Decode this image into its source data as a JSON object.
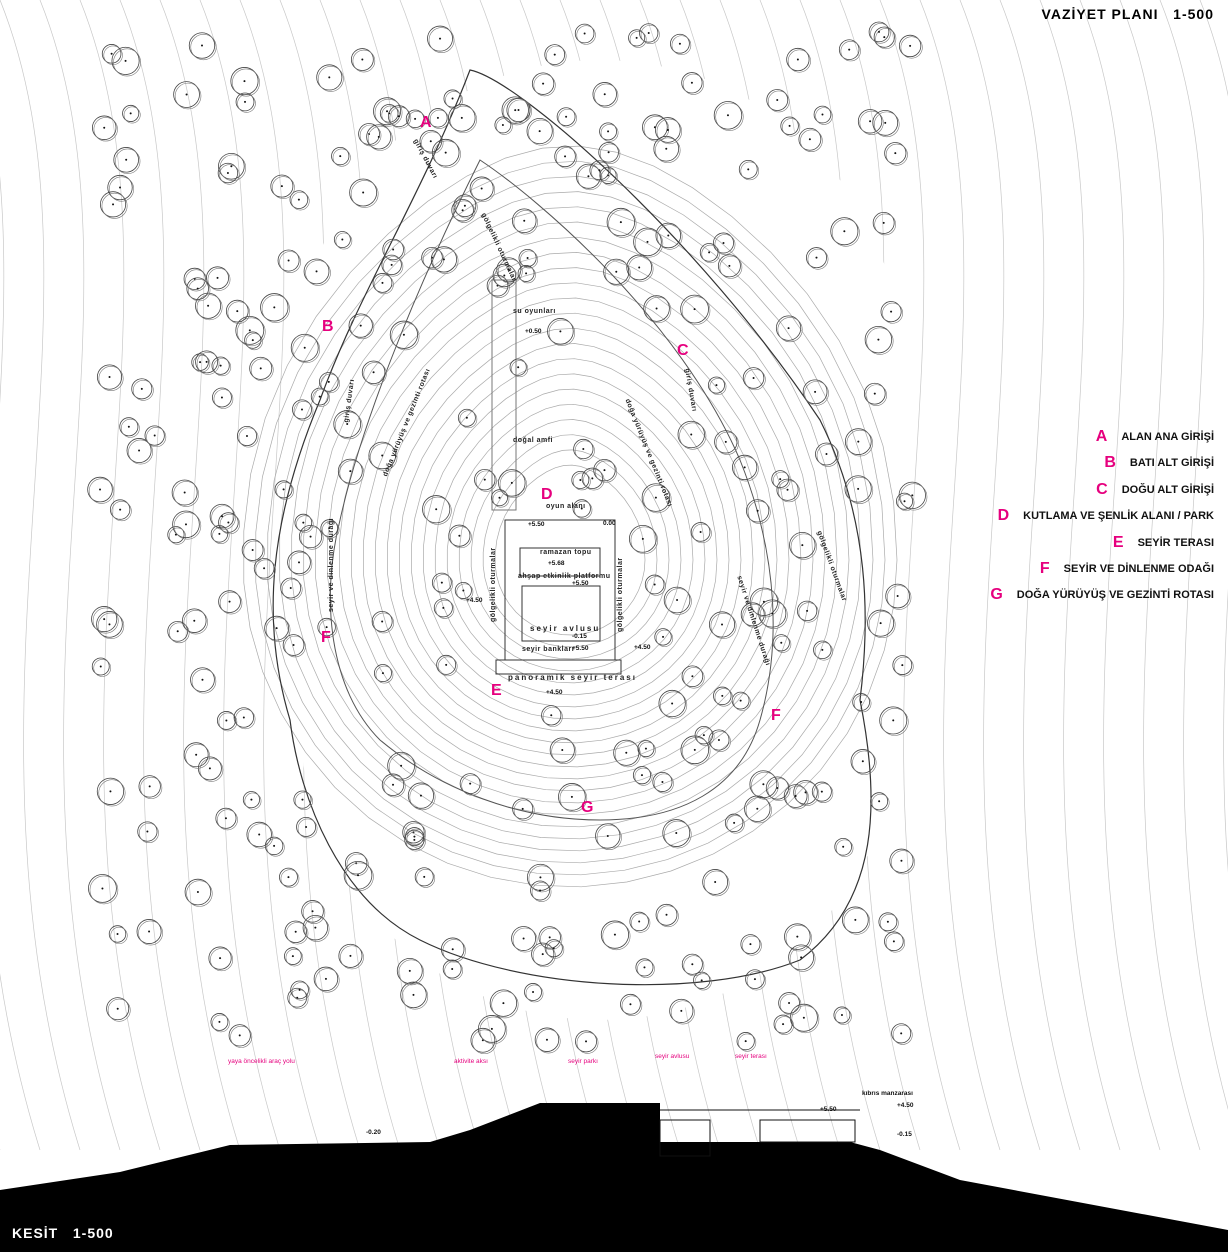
{
  "plan": {
    "title": "VAZİYET PLANI   1-500",
    "markers": {
      "A": "A",
      "B": "B",
      "C": "C",
      "D": "D",
      "E": "E",
      "F1": "F",
      "F2": "F",
      "G": "G"
    },
    "annotations": {
      "giris_duvari_a": "giriş duvarı",
      "golgelikli_top": "gölgelikli oturmalar",
      "su_oyunlari": "su oyunları",
      "lvl_050": "+0.50",
      "dogal_amfi": "doğal amfi",
      "doga_rotasi_right": "doğa yürüyüş ve gezinti rotası",
      "oyun_alani": "oyun alanı",
      "lvl_550_a": "+5.50",
      "lvl_000": "0.00",
      "ramazan_topu": "ramazan topu",
      "lvl_568": "+5.68",
      "ahsap_platform": "ahşap etkinlik platformu",
      "lvl_550_b": "+5.50",
      "seyir_avlusu": "seyir avlusu",
      "lvl_m015": "-0.15",
      "seyir_banklari": "seyir bankları",
      "lvl_550_c": "+5.50",
      "panoramik": "panoramik seyir terası",
      "lvl_450_a": "+4.50",
      "lvl_450_b": "+4.50",
      "lvl_450_c": "+4.50",
      "golgelikli_left": "gölgelikli oturmalar",
      "golgelikli_right": "gölgelikli oturmalar",
      "giris_duvari_b": "giriş duvarı",
      "seyir_durak_b": "seyir ve dinlenme durağı",
      "doga_rotasi_left": "doğa yürüyüş ve gezinti rotası",
      "giris_duvari_c": "giriş duvarı",
      "golgelikli_east": "gölgelikli oturmalar",
      "seyir_durak_c": "seyir ve dinlenme durağı"
    }
  },
  "legend": [
    {
      "letter": "A",
      "text": "ALAN ANA GİRİŞİ"
    },
    {
      "letter": "B",
      "text": "BATI ALT GİRİŞİ"
    },
    {
      "letter": "C",
      "text": "DOĞU ALT GİRİŞİ"
    },
    {
      "letter": "D",
      "text": "KUTLAMA VE ŞENLİK ALANI / PARK"
    },
    {
      "letter": "E",
      "text": "SEYİR TERASI"
    },
    {
      "letter": "F",
      "text": "SEYİR VE DİNLENME ODAĞI"
    },
    {
      "letter": "G",
      "text": "DOĞA YÜRÜYÜŞ VE GEZİNTİ ROTASI"
    }
  ],
  "section": {
    "title": "KESİT   1-500",
    "labels": {
      "yaya": "yaya öncelikli araç yolu",
      "aktivite": "aktivite aksı",
      "seyir_parki": "seyir parkı",
      "seyir_avlusu": "seyir avlusu",
      "seyir_terasi": "seyir terası",
      "kibris": "kıbrıs manzarası"
    },
    "levels": {
      "m020": "-0.20",
      "p550": "+5.50",
      "p450": "+4.50",
      "m015": "-0.15"
    }
  },
  "colors": {
    "accent": "#e6007e",
    "line": "#888888",
    "ink": "#111111"
  }
}
